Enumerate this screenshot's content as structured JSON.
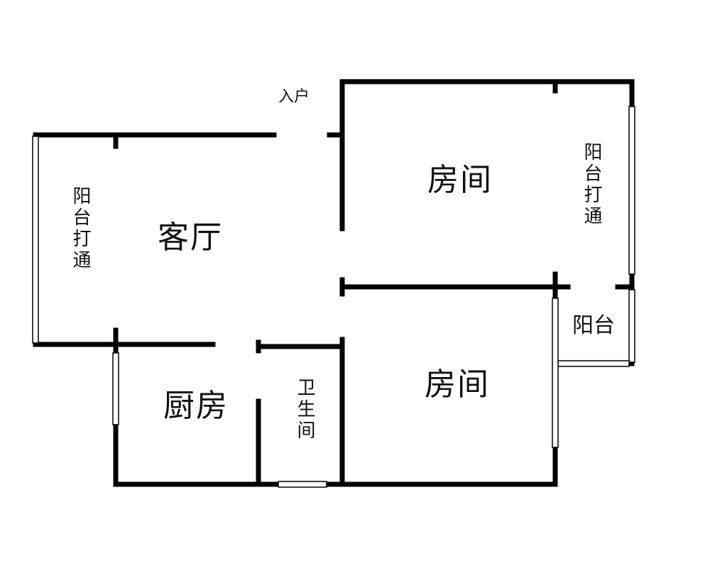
{
  "labels": {
    "entrance": "入户",
    "living_room": "客厅",
    "balcony_left": "阳台打通",
    "room_upper": "房间",
    "room_lower": "房间",
    "balcony_right_open": "阳台打通",
    "balcony_small": "阳台",
    "kitchen": "厨房",
    "bathroom": "卫生间"
  },
  "colors": {
    "wall": "#000000",
    "window": "#b0b0b0",
    "background": "#ffffff"
  }
}
